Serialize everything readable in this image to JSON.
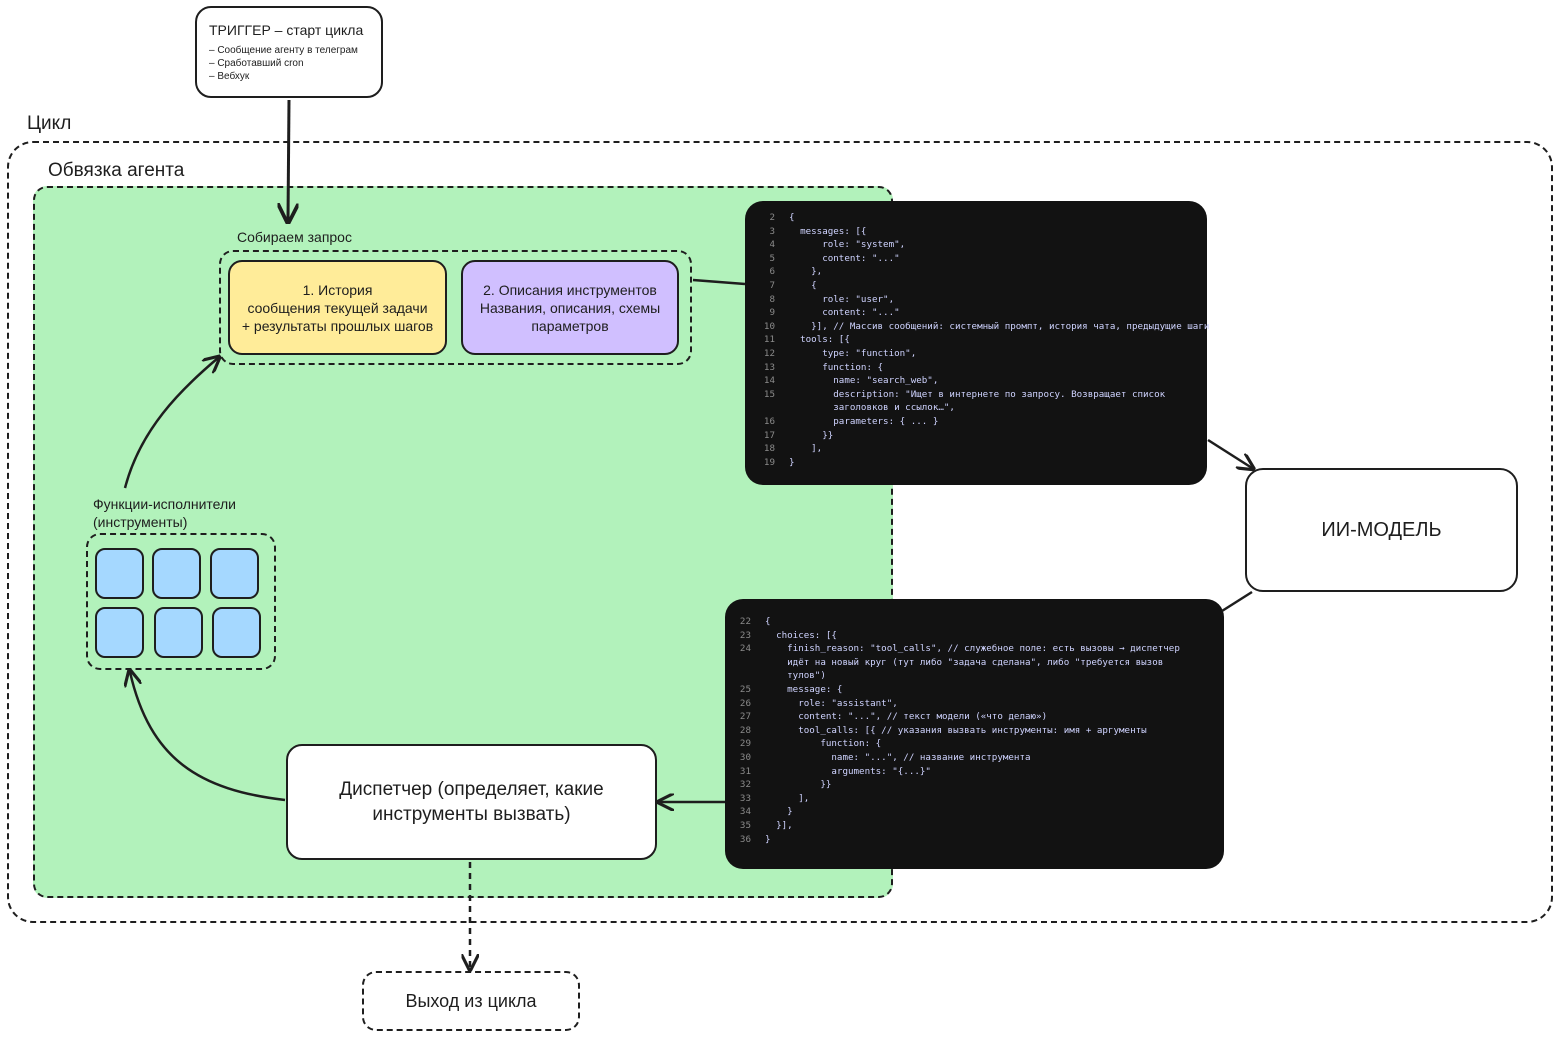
{
  "loop": {
    "label": "Цикл"
  },
  "harness": {
    "label": "Обвязка агента"
  },
  "trigger": {
    "title": "ТРИГГЕР – старт цикла",
    "items": [
      "– Сообщение агенту в телеграм",
      "– Сработавший cron",
      "– Вебхук"
    ]
  },
  "collect": {
    "label": "Собираем запрос",
    "history": {
      "line1": "1. История",
      "line2": "сообщения текущей задачи",
      "line3": "+ результаты прошлых шагов"
    },
    "tools": {
      "line1": "2. Описания инструментов",
      "line2": "Названия, описания, схемы",
      "line3": "параметров"
    }
  },
  "executors": {
    "line1": "Функции-исполнители",
    "line2": "(инструменты)"
  },
  "dispatcher": {
    "line1": "Диспетчер (определяет, какие",
    "line2": "инструменты вызвать)"
  },
  "model": {
    "label": "ИИ-МОДЕЛЬ"
  },
  "exit": {
    "label": "Выход из цикла"
  },
  "request_code": [
    {
      "n": "2",
      "t": "{"
    },
    {
      "n": "3",
      "t": "  messages: [{"
    },
    {
      "n": "4",
      "t": "      role: \"system\","
    },
    {
      "n": "5",
      "t": "      content: \"...\""
    },
    {
      "n": "6",
      "t": "    },"
    },
    {
      "n": "7",
      "t": "    {"
    },
    {
      "n": "8",
      "t": "      role: \"user\","
    },
    {
      "n": "9",
      "t": "      content: \"...\""
    },
    {
      "n": "10",
      "t": "    }], // Массив сообщений: системный промпт, история чата, предыдущие шаги"
    },
    {
      "n": "11",
      "t": "  tools: [{"
    },
    {
      "n": "12",
      "t": "      type: \"function\","
    },
    {
      "n": "13",
      "t": "      function: {"
    },
    {
      "n": "14",
      "t": "        name: \"search_web\","
    },
    {
      "n": "15",
      "t": "        description: \"Ищет в интернете по запросу. Возвращает список"
    },
    {
      "n": "",
      "t": "        заголовков и ссылок…\","
    },
    {
      "n": "16",
      "t": "        parameters: { ... }"
    },
    {
      "n": "17",
      "t": "      }}"
    },
    {
      "n": "18",
      "t": "    ],"
    },
    {
      "n": "19",
      "t": "}"
    }
  ],
  "response_code": [
    {
      "n": "22",
      "t": "{"
    },
    {
      "n": "23",
      "t": "  choices: [{"
    },
    {
      "n": "24",
      "t": "    finish_reason: \"tool_calls\", // служебное поле: есть вызовы → диспетчер"
    },
    {
      "n": "",
      "t": "    идёт на новый круг (тут либо \"задача сделана\", либо \"требуется вызов"
    },
    {
      "n": "",
      "t": "    тулов\")"
    },
    {
      "n": "25",
      "t": "    message: {"
    },
    {
      "n": "26",
      "t": "      role: \"assistant\","
    },
    {
      "n": "27",
      "t": "      content: \"...\", // текст модели («что делаю»)"
    },
    {
      "n": "28",
      "t": "      tool_calls: [{ // указания вызвать инструменты: имя + аргументы"
    },
    {
      "n": "29",
      "t": "          function: {"
    },
    {
      "n": "30",
      "t": "            name: \"...\", // название инструмента"
    },
    {
      "n": "31",
      "t": "            arguments: \"{...}\""
    },
    {
      "n": "32",
      "t": "          }}"
    },
    {
      "n": "33",
      "t": "      ],"
    },
    {
      "n": "34",
      "t": "    }"
    },
    {
      "n": "35",
      "t": "  }],"
    },
    {
      "n": "36",
      "t": "}"
    }
  ]
}
